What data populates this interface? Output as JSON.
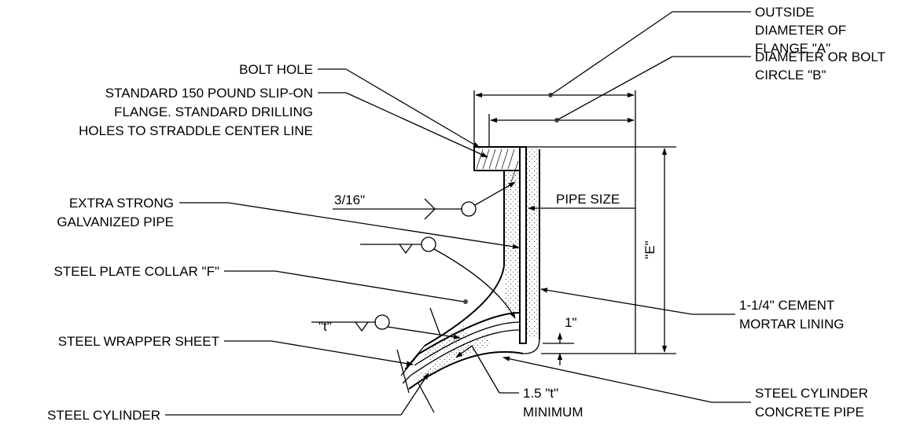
{
  "callouts": {
    "outside_diameter": [
      "OUTSIDE",
      "DIAMETER OF",
      "FLANGE \"A\""
    ],
    "bolt_circle": [
      "DIAMETER OR BOLT",
      "CIRCLE \"B\""
    ],
    "bolt_hole": "BOLT HOLE",
    "slip_on_flange": [
      "STANDARD 150 POUND SLIP-ON",
      "FLANGE. STANDARD DRILLING",
      "HOLES TO STRADDLE CENTER LINE"
    ],
    "galvanized_pipe": [
      "EXTRA STRONG",
      "GALVANIZED PIPE"
    ],
    "collar": "STEEL PLATE COLLAR \"F\"",
    "wrapper_sheet": "STEEL WRAPPER SHEET",
    "cylinder": "STEEL CYLINDER",
    "cement_lining": [
      "1-1/4\" CEMENT",
      "MORTAR LINING"
    ],
    "concrete_pipe": [
      "STEEL CYLINDER",
      "CONCRETE PIPE"
    ],
    "minimum_weld": [
      "1.5 \"t\"",
      "MINIMUM"
    ]
  },
  "dimensions": {
    "weld_size": "3/16\"",
    "pipe_size": "PIPE SIZE",
    "e_dim": "\"E\"",
    "one_inch": "1\"",
    "t_weld": "\"t\""
  }
}
